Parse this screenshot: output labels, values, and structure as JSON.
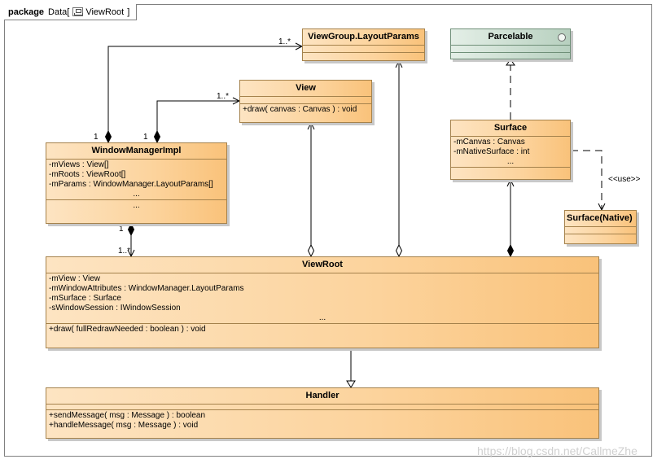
{
  "package": {
    "keyword": "package",
    "name": "Data",
    "open_bracket": "[",
    "diagram_name": "ViewRoot",
    "close_bracket": "]"
  },
  "classes": {
    "layout_params": {
      "name": "ViewGroup.LayoutParams"
    },
    "parcelable": {
      "name": "Parcelable"
    },
    "view": {
      "name": "View",
      "operations": [
        "+draw( canvas : Canvas ) : void"
      ]
    },
    "surface": {
      "name": "Surface",
      "attributes": [
        "-mCanvas : Canvas",
        "-mNativeSurface : int",
        "..."
      ]
    },
    "window_manager_impl": {
      "name": "WindowManagerImpl",
      "attributes": [
        "-mViews : View[]",
        "-mRoots : ViewRoot[]",
        "-mParams : WindowManager.LayoutParams[]",
        "..."
      ],
      "operations": [
        "..."
      ]
    },
    "surface_native": {
      "name": "Surface(Native)"
    },
    "view_root": {
      "name": "ViewRoot",
      "attributes": [
        "-mView : View",
        "-mWindowAttributes : WindowManager.LayoutParams",
        "-mSurface : Surface",
        "-sWindowSession : IWindowSession",
        "..."
      ],
      "operations": [
        "+draw( fullRedrawNeeded : boolean ) : void"
      ]
    },
    "handler": {
      "name": "Handler",
      "operations": [
        "+sendMessage( msg : Message ) : boolean",
        "+handleMessage( msg : Message ) : void"
      ]
    }
  },
  "relations": {
    "wmi_to_layoutparams": {
      "source_mult": "1",
      "target_mult": "1..*"
    },
    "wmi_to_view": {
      "source_mult": "1",
      "target_mult": "1..*"
    },
    "wmi_to_viewroot": {
      "source_mult": "1",
      "target_mult": "1..*"
    },
    "surface_native_use": {
      "stereotype": "<<use>>"
    }
  },
  "watermark": "https://blog.csdn.net/CallmeZhe"
}
